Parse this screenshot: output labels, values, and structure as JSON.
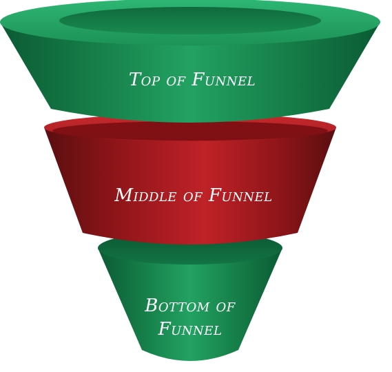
{
  "diagram": {
    "stages": [
      {
        "label_lines": [
          "Top of Funnel"
        ],
        "color": "#1f9a5b"
      },
      {
        "label_lines": [
          "Middle of Funnel"
        ],
        "color": "#b52025"
      },
      {
        "label_lines": [
          "Bottom of",
          "Funnel"
        ],
        "color": "#1f9a5b"
      }
    ]
  }
}
